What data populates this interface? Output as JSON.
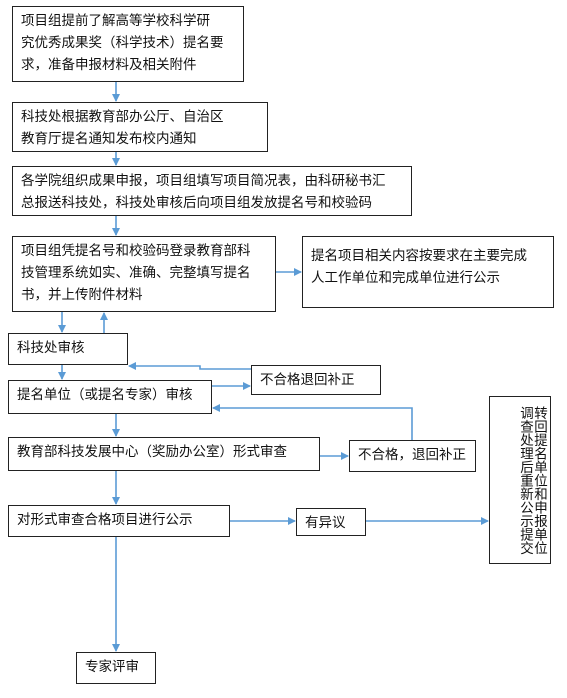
{
  "boxes": {
    "step1": [
      "项目组提前了解高等学校科学研",
      "究优秀成果奖（科学技术）提名要",
      "求，准备申报材料及相关附件"
    ],
    "step2": [
      "科技处根据教育部办公厅、自治区",
      "教育厅提名通知发布校内通知"
    ],
    "step3": [
      "各学院组织成果申报，项目组填写项目简况表，由科研秘书汇",
      "总报送科技处，科技处审核后向项目组发放提名号和校验码"
    ],
    "step4": [
      "项目组凭提名号和校验码登录教育部科",
      "技管理系统如实、准确、完整填写提名",
      "书，并上传附件材料"
    ],
    "publicity": [
      "提名项目相关内容按要求在主要完成",
      "人工作单位和完成单位进行公示"
    ],
    "review_kjc": "科技处审核",
    "fail_return_1": "不合格退回补正",
    "nominator": "提名单位（或提名专家）审核",
    "formal_check": "教育部科技发展中心（奖励办公室）形式审查",
    "fail_return_2": "不合格，退回补正",
    "announce": "对形式审查合格项目进行公示",
    "objection": "有异议",
    "transfer": "转回提名单位和申报单位调查处理后重新公示提交",
    "expert": "专家评审"
  }
}
